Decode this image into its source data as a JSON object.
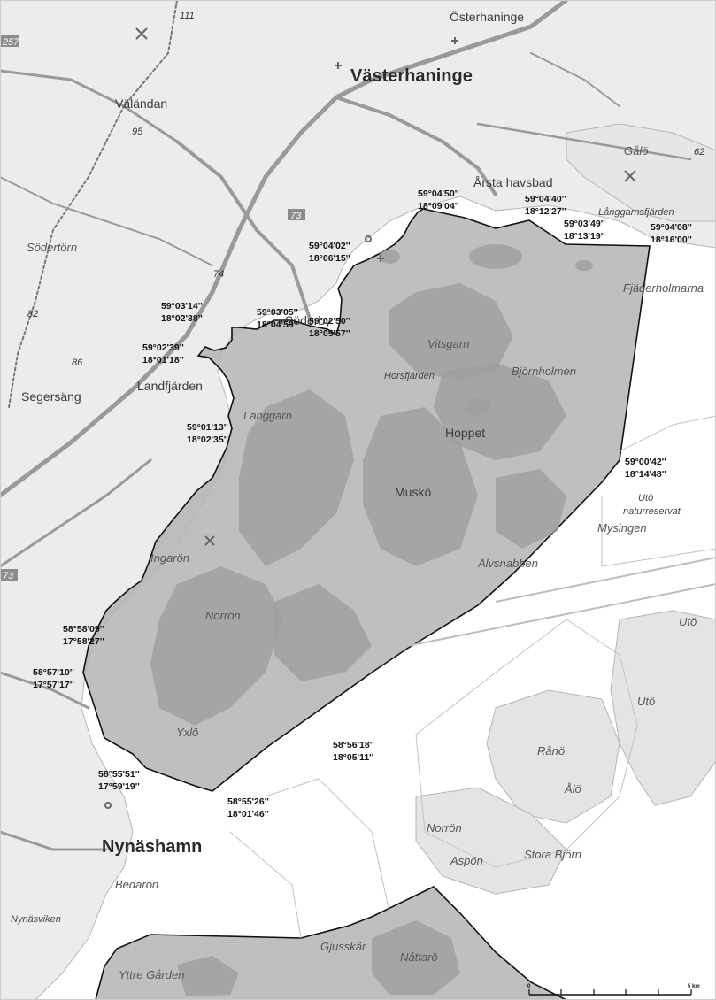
{
  "map": {
    "places_major": [
      "Västerhaninge",
      "Nynäshamn"
    ],
    "places": [
      "Österhaninge",
      "Väländan",
      "Årsta havsbad",
      "Gålö",
      "Södertörn",
      "Söderby",
      "Vitsgarn",
      "Horsfjärden",
      "Björnholmen",
      "Segersäng",
      "Landfjärden",
      "Länggarn",
      "Hoppet",
      "Muskö",
      "Utö",
      "naturreservat",
      "Mysingen",
      "Älvsnabben",
      "Ingarön",
      "Norrön",
      "Yxlö",
      "Fjäderholmarna",
      "Utö",
      "Utö",
      "Rånö",
      "Ålö",
      "Norrön",
      "Aspön",
      "Stora Björn",
      "Bedarön",
      "Nynäsviken",
      "Gjusskär",
      "Nåttarö",
      "Yttre Gården",
      "Långgarnsfjärden"
    ],
    "road_numbers": [
      "257",
      "111",
      "95",
      "62",
      "73",
      "74",
      "82",
      "86",
      "73"
    ],
    "coordinates": [
      [
        "59°04'50''",
        "18°09'04''"
      ],
      [
        "59°04'40''",
        "18°12'27''"
      ],
      [
        "59°04'08''",
        "18°16'00''"
      ],
      [
        "59°03'49''",
        "18°13'19''"
      ],
      [
        "59°04'02''",
        "18°06'15''"
      ],
      [
        "59°03'14''",
        "18°02'38''"
      ],
      [
        "59°03'05''",
        "18°04'59''"
      ],
      [
        "59°02'50''",
        "18°05'57''"
      ],
      [
        "59°02'39''",
        "18°01'18''"
      ],
      [
        "59°01'13''",
        "18°02'35''"
      ],
      [
        "59°00'42''",
        "18°14'48''"
      ],
      [
        "58°58'09''",
        "17°58'27''"
      ],
      [
        "58°57'10''",
        "17°57'17''"
      ],
      [
        "58°56'18''",
        "18°05'11''"
      ],
      [
        "58°55'51''",
        "17°59'19''"
      ],
      [
        "58°55'26''",
        "18°01'46''"
      ]
    ],
    "scale": {
      "start_label": "0",
      "end_label": "5 km"
    },
    "colors": {
      "restricted_area": "#b4b4b4",
      "land": "#ececec",
      "water": "#ffffff",
      "road": "#9a9a9a",
      "boundary": "#111111"
    }
  }
}
